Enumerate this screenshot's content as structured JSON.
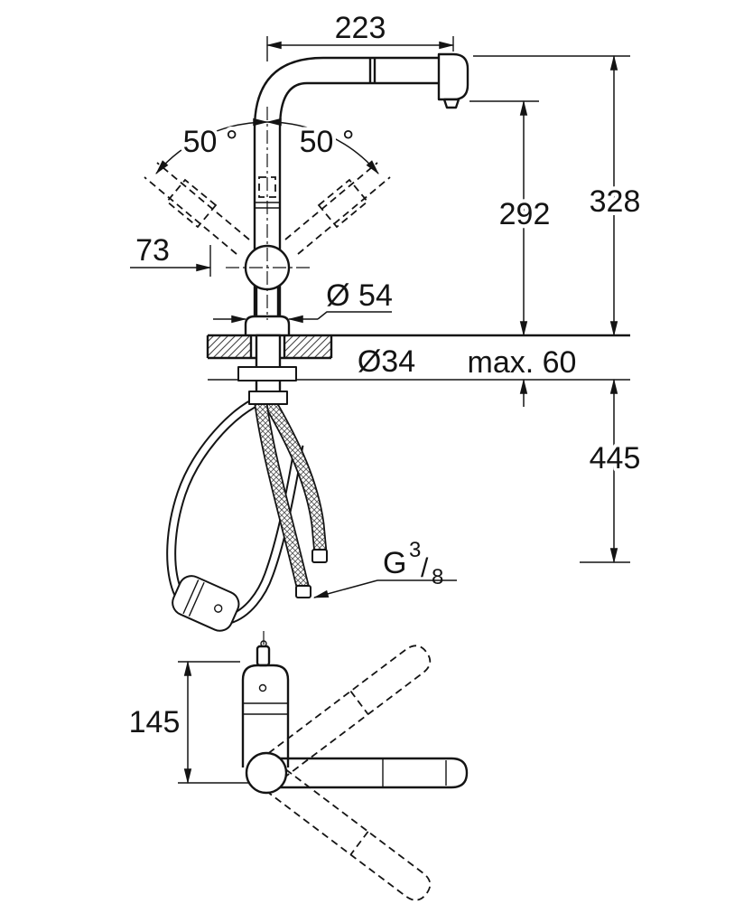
{
  "dimensions": {
    "spout_reach": "223",
    "swivel_left": "50 °",
    "swivel_right": "50 °",
    "handle_offset": "73",
    "base_diameter": "Ø 54",
    "spout_height": "292",
    "total_height": "328",
    "hole_diameter": "Ø34",
    "deck_thickness": "max. 60",
    "hose_length": "445",
    "plan_height": "145",
    "thread": {
      "prefix": "G",
      "numerator": "3",
      "slash": "/",
      "denominator": "8"
    }
  }
}
